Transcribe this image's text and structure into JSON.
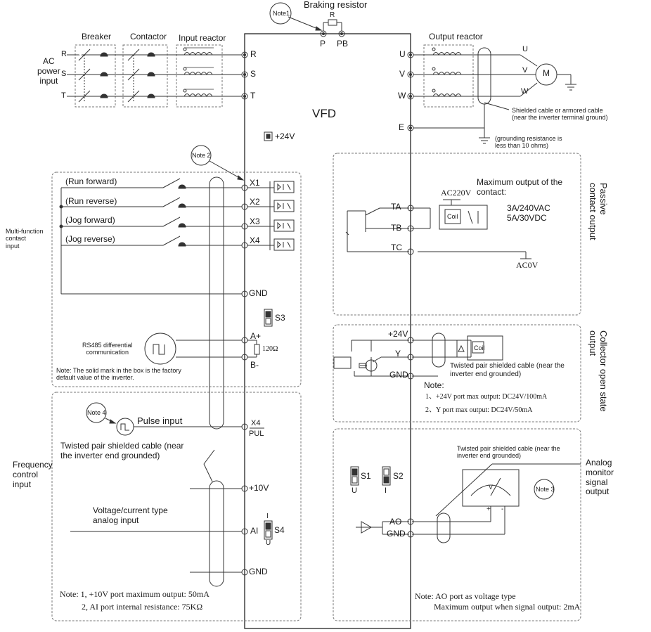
{
  "power": {
    "braking_resistor": "Braking resistor",
    "r_label": "R",
    "p_label": "P",
    "pb_label": "PB",
    "note1": "Note1",
    "breaker": "Breaker",
    "contactor": "Contactor",
    "input_reactor": "Input reactor",
    "output_reactor": "Output reactor",
    "ac_input": "AC\npower\ninput",
    "phases_in": [
      "R",
      "S",
      "T"
    ],
    "phases_out": [
      "U",
      "V",
      "W"
    ],
    "motor_phases": [
      "U",
      "V",
      "W"
    ],
    "motor_symbol": "M",
    "vfd": "VFD",
    "e_label": "E",
    "shielded_cable": "Shielded cable or armored cable\n(near the inverter terminal ground)",
    "grounding": "(grounding resistance is\nless than 10 ohms)"
  },
  "control": {
    "plus24": "+24V",
    "note2": "Note 2",
    "multi_function": "Multi-function\ncontact\ninput",
    "inputs": [
      {
        "label": "(Run forward)",
        "terminal": "X1"
      },
      {
        "label": "(Run reverse)",
        "terminal": "X2"
      },
      {
        "label": "(Jog forward)",
        "terminal": "X3"
      },
      {
        "label": "(Jog reverse)",
        "terminal": "X4"
      }
    ],
    "gnd": "GND",
    "s3": "S3",
    "rs485": "RS485 differential\ncommunication",
    "a_plus": "A+",
    "b_minus": "B-",
    "resistor": "120Ω",
    "factory_note": "Note: The solid mark in the box is the factory\ndefault value of the inverter."
  },
  "frequency": {
    "note4": "Note 4",
    "pulse_input": "Pulse input",
    "x4": "X4",
    "pul": "PUL",
    "twisted": "Twisted pair shielded cable (near\nthe inverter end grounded)",
    "section": "Frequency\ncontrol\ninput",
    "plus10": "+10V",
    "analog_input": "Voltage/current type\nanalog input",
    "ai": "AI",
    "s4": "S4",
    "s4_top": "I",
    "s4_bottom": "U",
    "gnd": "GND",
    "note_line1": "Note: 1, +10V port maximum output: 50mA",
    "note_line2": "2, AI port internal resistance: 75KΩ"
  },
  "relay": {
    "section": "Passive\ncontact output",
    "max_output": "Maximum output of the\ncontact:",
    "ratings": "3A/240VAC\n5A/30VDC",
    "ac220": "AC220V",
    "coil": "Coil",
    "ta": "TA",
    "tb": "TB",
    "tc": "TC",
    "ac0": "AC0V"
  },
  "collector": {
    "section": "Collector open state\noutput",
    "plus24": "+24V",
    "y": "Y",
    "gnd": "GND",
    "coil": "Coil",
    "twisted": "Twisted pair shielded cable (near the\ninverter end grounded)",
    "note": "Note:",
    "note1": "1、+24V port max output:  DC24V/100mA",
    "note2": "2、Y port max output:  DC24V/50mA"
  },
  "analog_out": {
    "section": "Analog\nmonitor\nsignal\noutput",
    "twisted": "Twisted pair shielded cable (near the\ninverter end grounded)",
    "s1": "S1",
    "s2": "S2",
    "s1_sub": "U",
    "s2_sub": "I",
    "ao": "AO",
    "gnd": "GND",
    "note3": "Note 3",
    "meter_v": "V",
    "meter_plus": "+",
    "meter_minus": "-",
    "note_line1": "Note: AO port as voltage type",
    "note_line2": "Maximum output when signal output: 2mA"
  }
}
